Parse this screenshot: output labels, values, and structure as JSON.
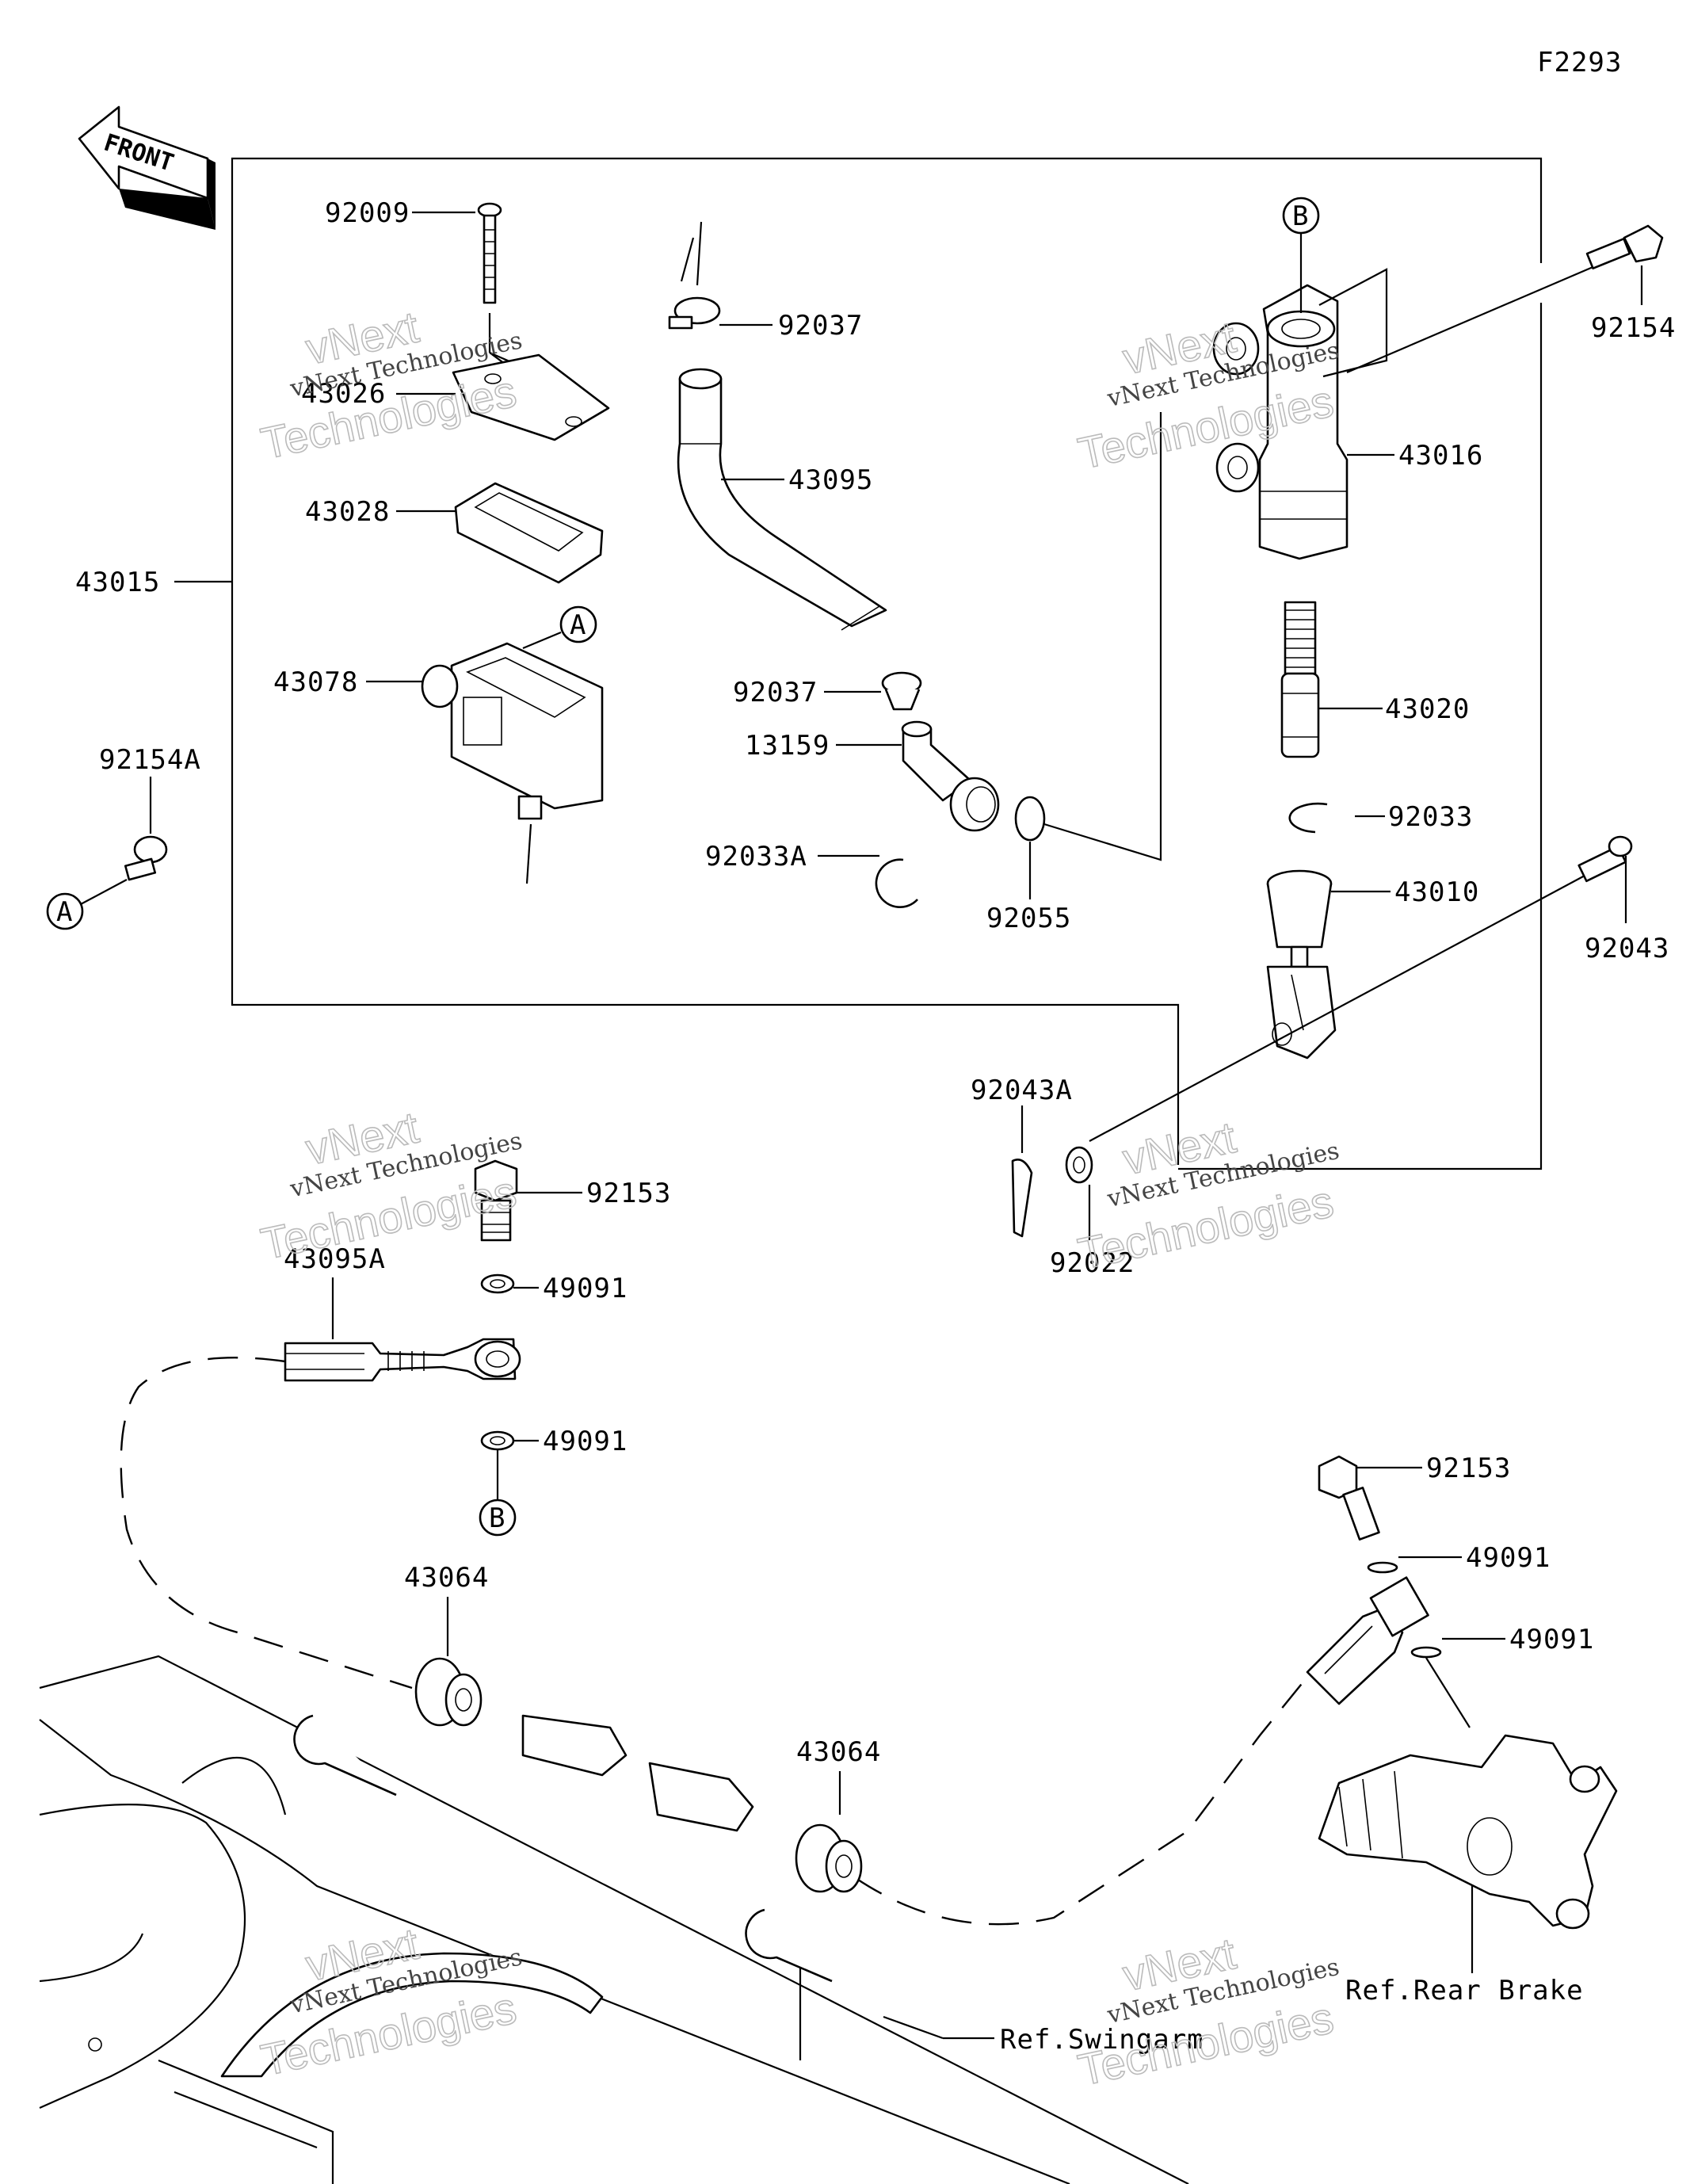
{
  "diagram_code": "F2293",
  "front_label": "FRONT",
  "parts": {
    "p92009": "92009",
    "p43026": "43026",
    "p43028": "43028",
    "p43015": "43015",
    "p43078": "43078",
    "p92154A": "92154A",
    "p92037_top": "92037",
    "p43095": "43095",
    "p92037_mid": "92037",
    "p13159": "13159",
    "p92033A": "92033A",
    "p92055": "92055",
    "p92154": "92154",
    "p43016": "43016",
    "p43020": "43020",
    "p92033": "92033",
    "p43010": "43010",
    "p92043": "92043",
    "p92043A": "92043A",
    "p92022": "92022",
    "p92153_left": "92153",
    "p43095A": "43095A",
    "p49091_a": "49091",
    "p49091_b": "49091",
    "p43064_a": "43064",
    "p43064_b": "43064",
    "p92153_right": "92153",
    "p49091_c": "49091",
    "p49091_d": "49091"
  },
  "markers": {
    "A1": "A",
    "A2": "A",
    "B1": "B",
    "B2": "B"
  },
  "refs": {
    "rear_brake": "Ref.Rear Brake",
    "swingarm": "Ref.Swingarm"
  },
  "watermark": {
    "line1": "vNext Technologies",
    "line2": "vNext",
    "line3": "Technologies"
  }
}
